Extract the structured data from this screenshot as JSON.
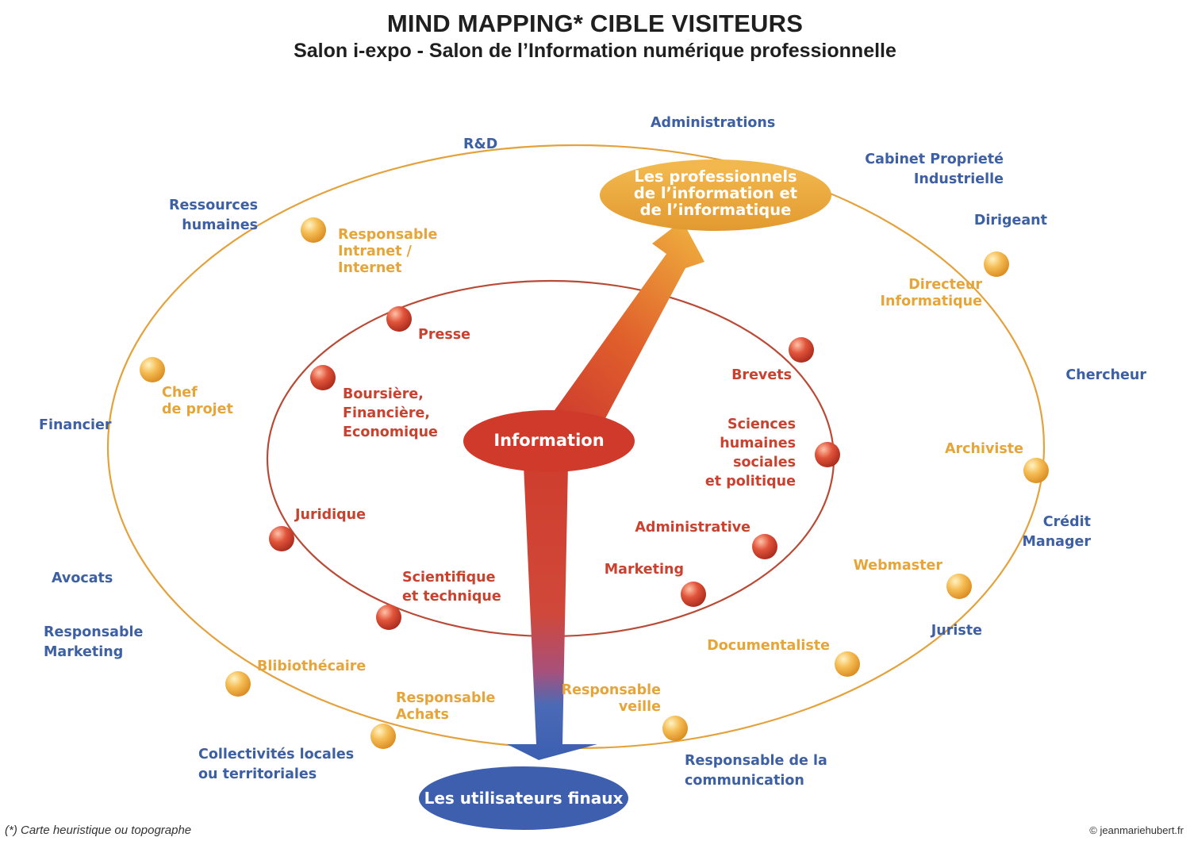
{
  "header": {
    "title": "MIND MAPPING* CIBLE VISITEURS",
    "subtitle": "Salon i-expo - Salon de l’Information numérique professionnelle"
  },
  "center": {
    "information": "Information",
    "top_node": "Les professionnels\nde l’information et\nde l’informatique",
    "bottom_node": "Les utilisateurs finaux"
  },
  "inner_labels": {
    "presse": "Presse",
    "boursiere": "Boursière,\nFinancière,\nEconomique",
    "juridique": "Juridique",
    "scientifique": "Scientifique\net technique",
    "brevets": "Brevets",
    "sciences": "Sciences\nhumaines\nsociales\net politique",
    "administrative": "Administrative",
    "marketing": "Marketing"
  },
  "middle_labels": {
    "responsable_intranet": "Responsable\nIntranet /\nInternet",
    "chef_projet": "Chef\nde projet",
    "bibliothecaire": "Blibiothécaire",
    "responsable_achats": "Responsable\nAchats",
    "responsable_veille": "Responsable\nveille",
    "documentaliste": "Documentaliste",
    "webmaster": "Webmaster",
    "archiviste": "Archiviste",
    "directeur_informatique": "Directeur\nInformatique"
  },
  "outer_labels": {
    "rd": "R&D",
    "administrations": "Administrations",
    "cabinet": "Cabinet Proprieté\nIndustrielle",
    "dirigeant": "Dirigeant",
    "chercheur": "Chercheur",
    "credit_manager": "Crédit\nManager",
    "juriste": "Juriste",
    "responsable_communication": "Responsable de la\ncommunication",
    "collectivites": "Collectivités locales\nou territoriales",
    "responsable_marketing": "Responsable\nMarketing",
    "avocats": "Avocats",
    "financier": "Financier",
    "ressources_humaines": "Ressources\nhumaines"
  },
  "footer": {
    "footnote": "(*) Carte heuristique ou topographe",
    "copyright": "© jeanmariehubert.fr"
  },
  "colors": {
    "blue": "#3d5fa3",
    "orange": "#e6a53a",
    "red": "#c8422f",
    "outer_ring": "#e3a23c",
    "inner_ring": "#b94a36"
  }
}
